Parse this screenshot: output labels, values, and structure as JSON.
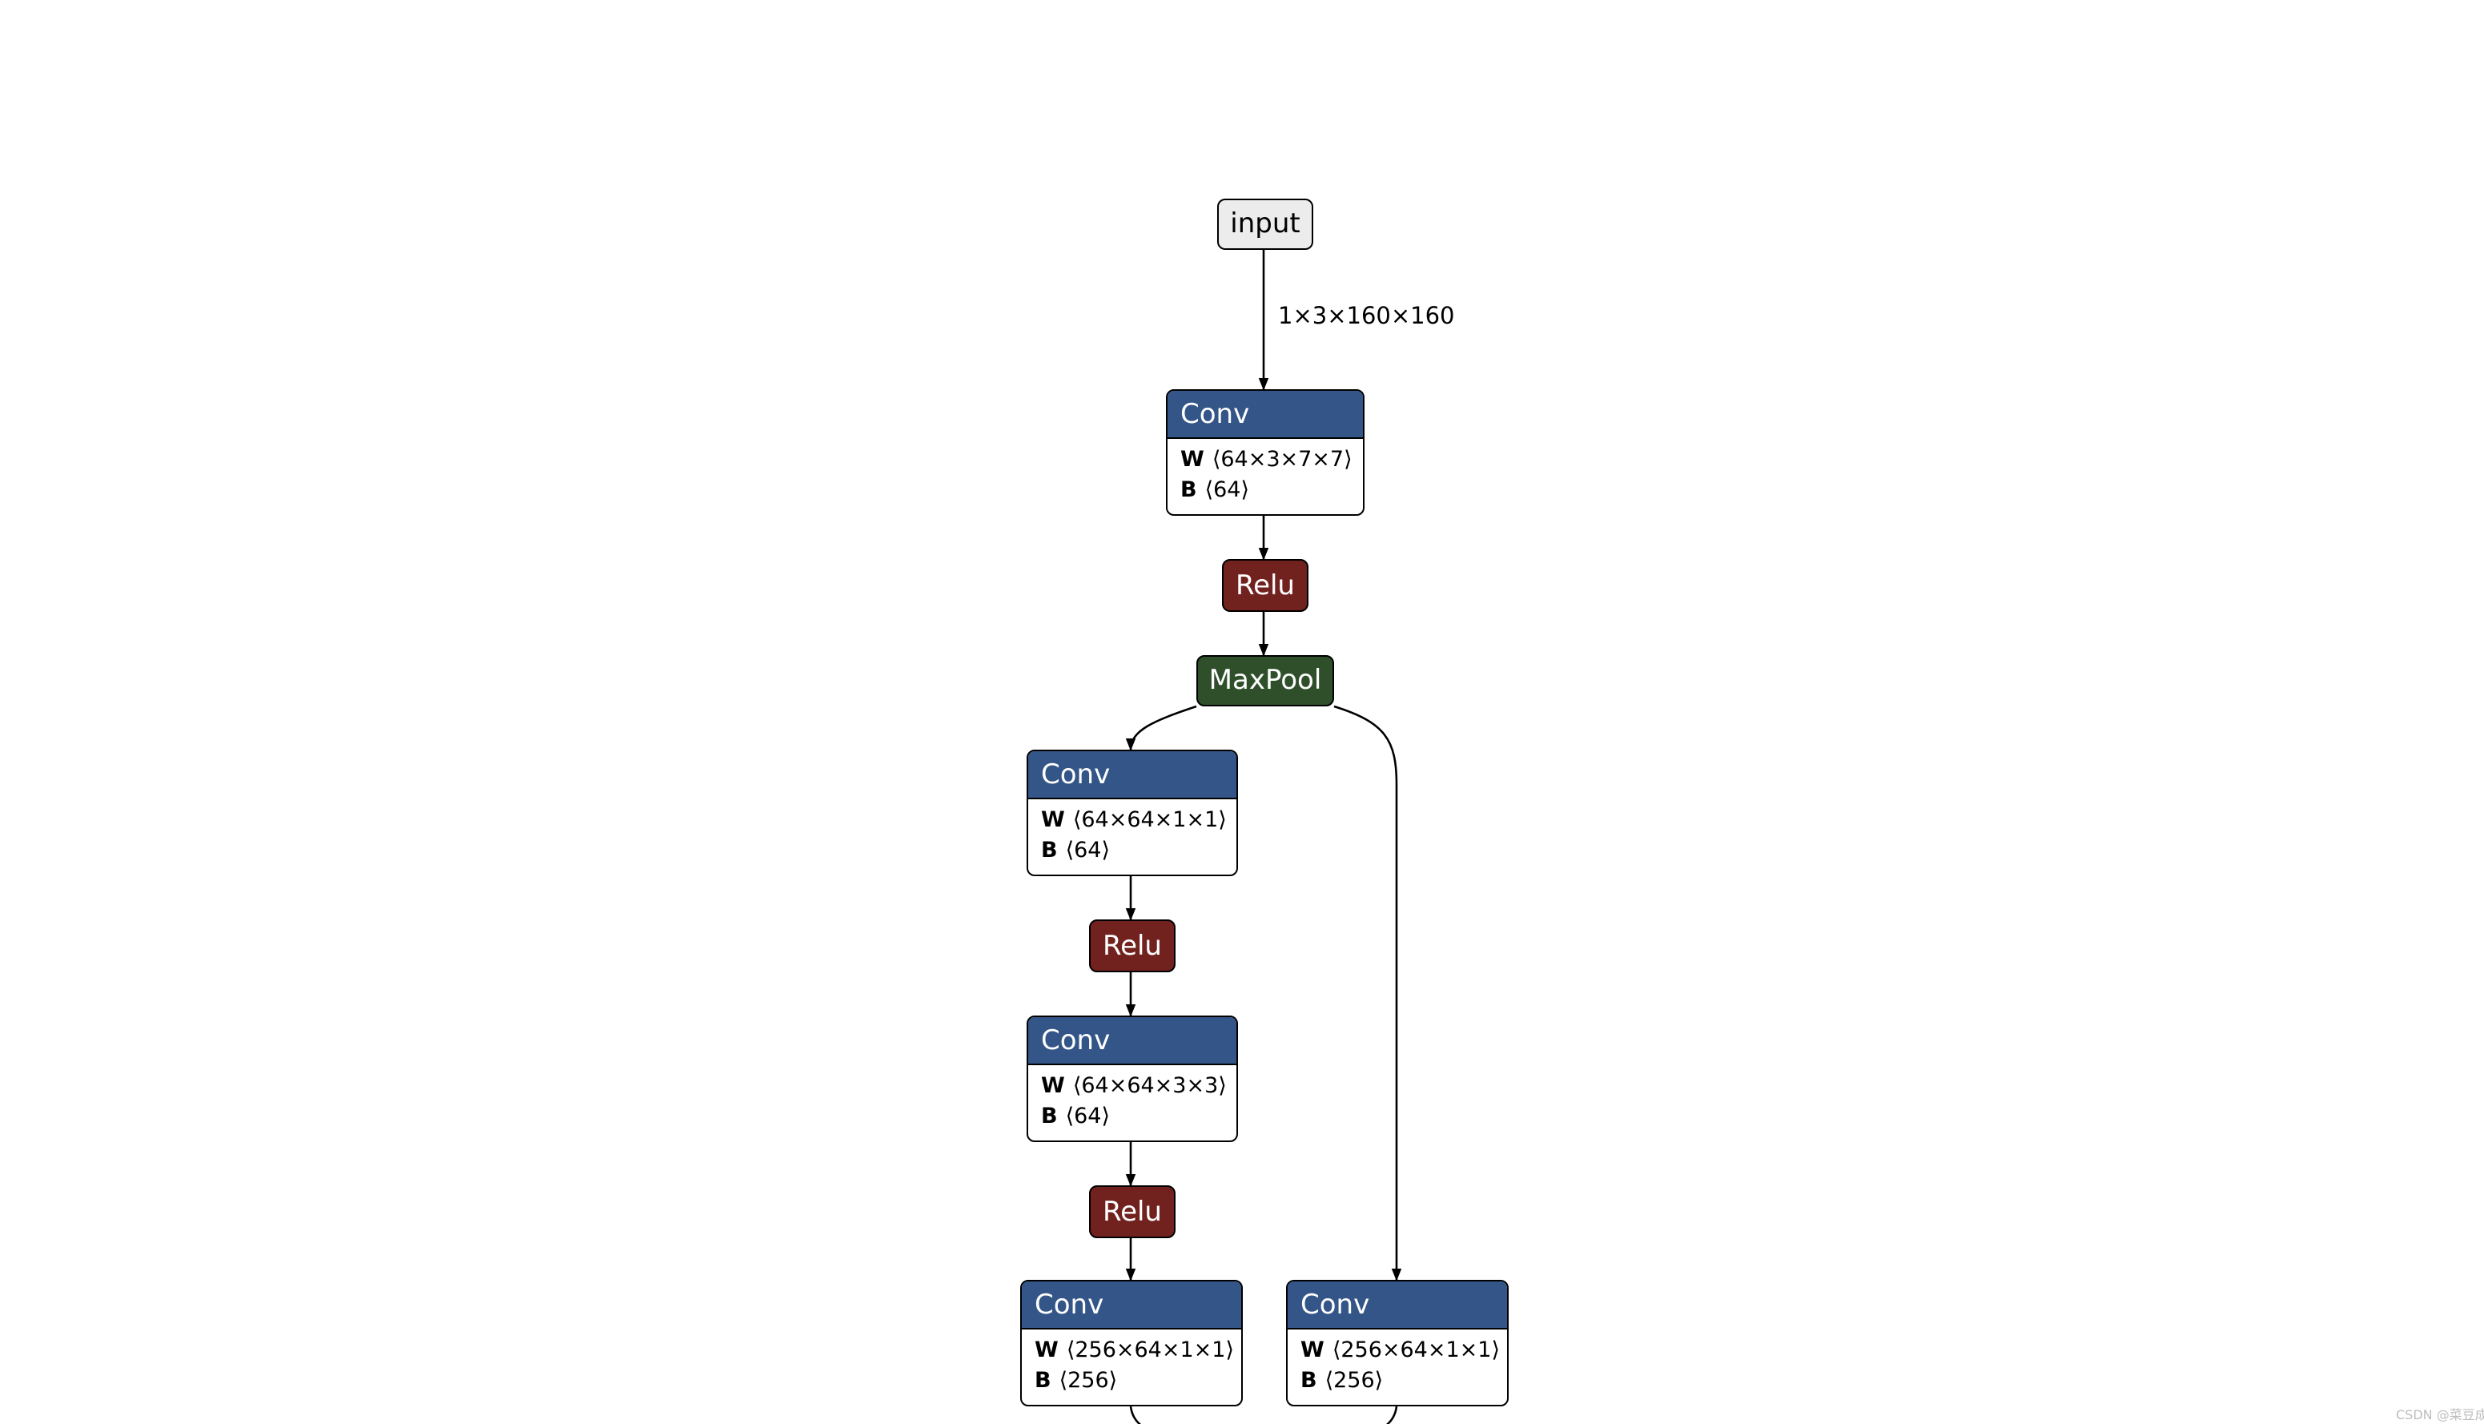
{
  "colors": {
    "conv": "#335587",
    "relu": "#71221f",
    "maxpool": "#2f4f2b",
    "input": "#ececec"
  },
  "nodes": {
    "input": {
      "label": "input"
    },
    "conv1": {
      "title": "Conv",
      "w_key": "W",
      "w_val": "⟨64×3×7×7⟩",
      "b_key": "B",
      "b_val": "⟨64⟩"
    },
    "relu1": {
      "label": "Relu"
    },
    "maxpool": {
      "label": "MaxPool"
    },
    "conv2": {
      "title": "Conv",
      "w_key": "W",
      "w_val": "⟨64×64×1×1⟩",
      "b_key": "B",
      "b_val": "⟨64⟩"
    },
    "relu2": {
      "label": "Relu"
    },
    "conv3": {
      "title": "Conv",
      "w_key": "W",
      "w_val": "⟨64×64×3×3⟩",
      "b_key": "B",
      "b_val": "⟨64⟩"
    },
    "relu3": {
      "label": "Relu"
    },
    "conv4": {
      "title": "Conv",
      "w_key": "W",
      "w_val": "⟨256×64×1×1⟩",
      "b_key": "B",
      "b_val": "⟨256⟩"
    },
    "conv5": {
      "title": "Conv",
      "w_key": "W",
      "w_val": "⟨256×64×1×1⟩",
      "b_key": "B",
      "b_val": "⟨256⟩"
    }
  },
  "edge_labels": {
    "input_shape": "1×3×160×160"
  },
  "watermark": "CSDN @菜豆成"
}
